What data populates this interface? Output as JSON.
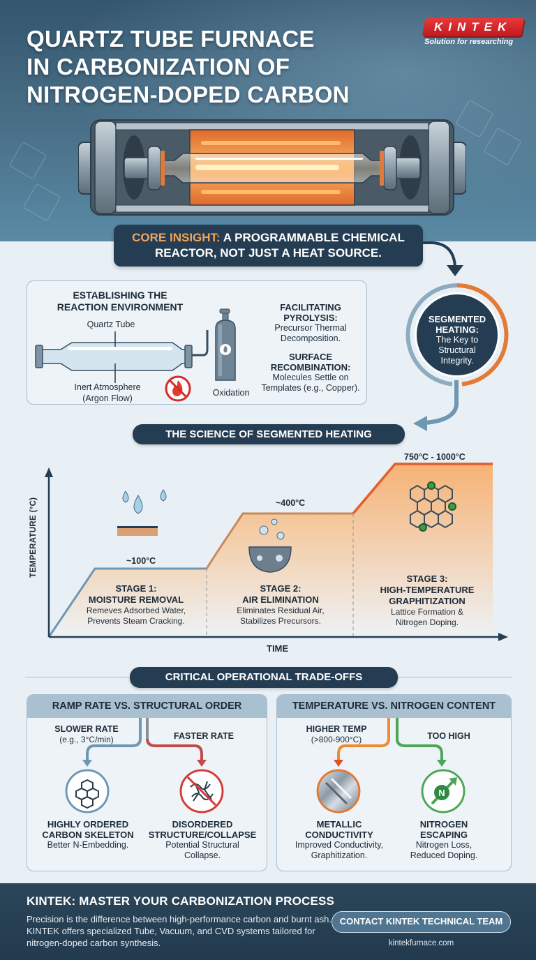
{
  "header": {
    "title_lines": [
      "QUARTZ TUBE FURNACE",
      "IN CARBONIZATION OF",
      "NITROGEN-DOPED CARBON"
    ],
    "brand": "KINTEK",
    "tagline": "Solution for researching"
  },
  "core_insight": {
    "label": "CORE INSIGHT:",
    "text_line1": " A PROGRAMMABLE CHEMICAL",
    "text_line2": "REACTOR, NOT JUST A HEAT SOURCE."
  },
  "environment": {
    "title_line1": "ESTABLISHING THE",
    "title_line2": "REACTION ENVIRONMENT",
    "quartz_label": "Quartz Tube",
    "inert_label_line1": "Inert Atmosphere",
    "inert_label_line2": "(Argon Flow)",
    "oxidation_label": "Oxidation",
    "pyrolysis_title": "FACILITATING PYROLYSIS:",
    "pyrolysis_line1": "Precursor Thermal",
    "pyrolysis_line2": "Decomposition.",
    "surface_title_line1": "SURFACE",
    "surface_title_line2": "RECOMBINATION:",
    "surface_line1": "Molecules Settle on",
    "surface_line2": "Templates (e.g., Copper)."
  },
  "segmented_circle": {
    "title_line1": "SEGMENTED",
    "title_line2": "HEATING:",
    "line1": "The Key to",
    "line2": "Structural",
    "line3": "Integrity."
  },
  "science": {
    "pill": "THE SCIENCE OF SEGMENTED HEATING",
    "ylabel": "TEMPERATURE (°C)",
    "xlabel": "TIME",
    "stages": [
      {
        "temp": "~100°C",
        "title1": "STAGE 1:",
        "title2": "MOISTURE REMOVAL",
        "title3": "",
        "desc1": "Remeves Adsorbed Water,",
        "desc2": "Prevents Steam Cracking."
      },
      {
        "temp": "~400°C",
        "title1": "STAGE 2:",
        "title2": "AIR ELIMINATION",
        "title3": "",
        "desc1": "Eliminates Residual Air,",
        "desc2": "Stabilizes Precursors."
      },
      {
        "temp": "750°C - 1000°C",
        "title1": "STAGE 3:",
        "title2": "HIGH-TEMPERATURE",
        "title3": "GRAPHITIZATION",
        "desc1": "Lattice Formation &",
        "desc2": "Nitrogen Doping."
      }
    ]
  },
  "tradeoffs": {
    "pill": "CRITICAL OPERATIONAL TRADE-OFFS",
    "left": {
      "heading": "RAMP RATE VS. STRUCTURAL ORDER",
      "opt_a_title": "SLOWER RATE",
      "opt_a_sub": "(e.g., 3°C/min)",
      "opt_b_title": "FASTER RATE",
      "res_a_title1": "HIGHLY ORDERED",
      "res_a_title2": "CARBON SKELETON",
      "res_a_desc1": "Better N-Embedding.",
      "res_a_desc2": "",
      "res_b_title1": "DISORDERED",
      "res_b_title2": "STRUCTURE/COLLAPSE",
      "res_b_desc1": "Potential Structural",
      "res_b_desc2": "Collapse."
    },
    "right": {
      "heading": "TEMPERATURE VS. NITROGEN CONTENT",
      "opt_a_title": "HIGHER TEMP",
      "opt_a_sub": "(>800-900°C)",
      "opt_b_title": "TOO HIGH",
      "res_a_title1": "METALLIC",
      "res_a_title2": "CONDUCTIVITY",
      "res_a_desc1": "Improved Conductivity,",
      "res_a_desc2": "Graphitization.",
      "res_b_title1": "NITROGEN",
      "res_b_title2": "ESCAPING",
      "res_b_desc1": "Nitrogen Loss,",
      "res_b_desc2": "Reduced Doping."
    }
  },
  "footer": {
    "title": "KINTEK: MASTER YOUR CARBONIZATION PROCESS",
    "body": "Precision is the difference between high-performance carbon and burnt ash. KINTEK offers specialized Tube, Vacuum, and CVD systems tailored for nitrogen-doped carbon synthesis.",
    "cta": "CONTACT KINTEK TECHNICAL TEAM",
    "site": "kintekfurnace.com"
  },
  "colors": {
    "navy": "#253d52",
    "accent_orange": "#f0a55c",
    "brand_red": "#d42a2a",
    "steel_blue": "#6f97b3",
    "green": "#3f9a4f"
  }
}
